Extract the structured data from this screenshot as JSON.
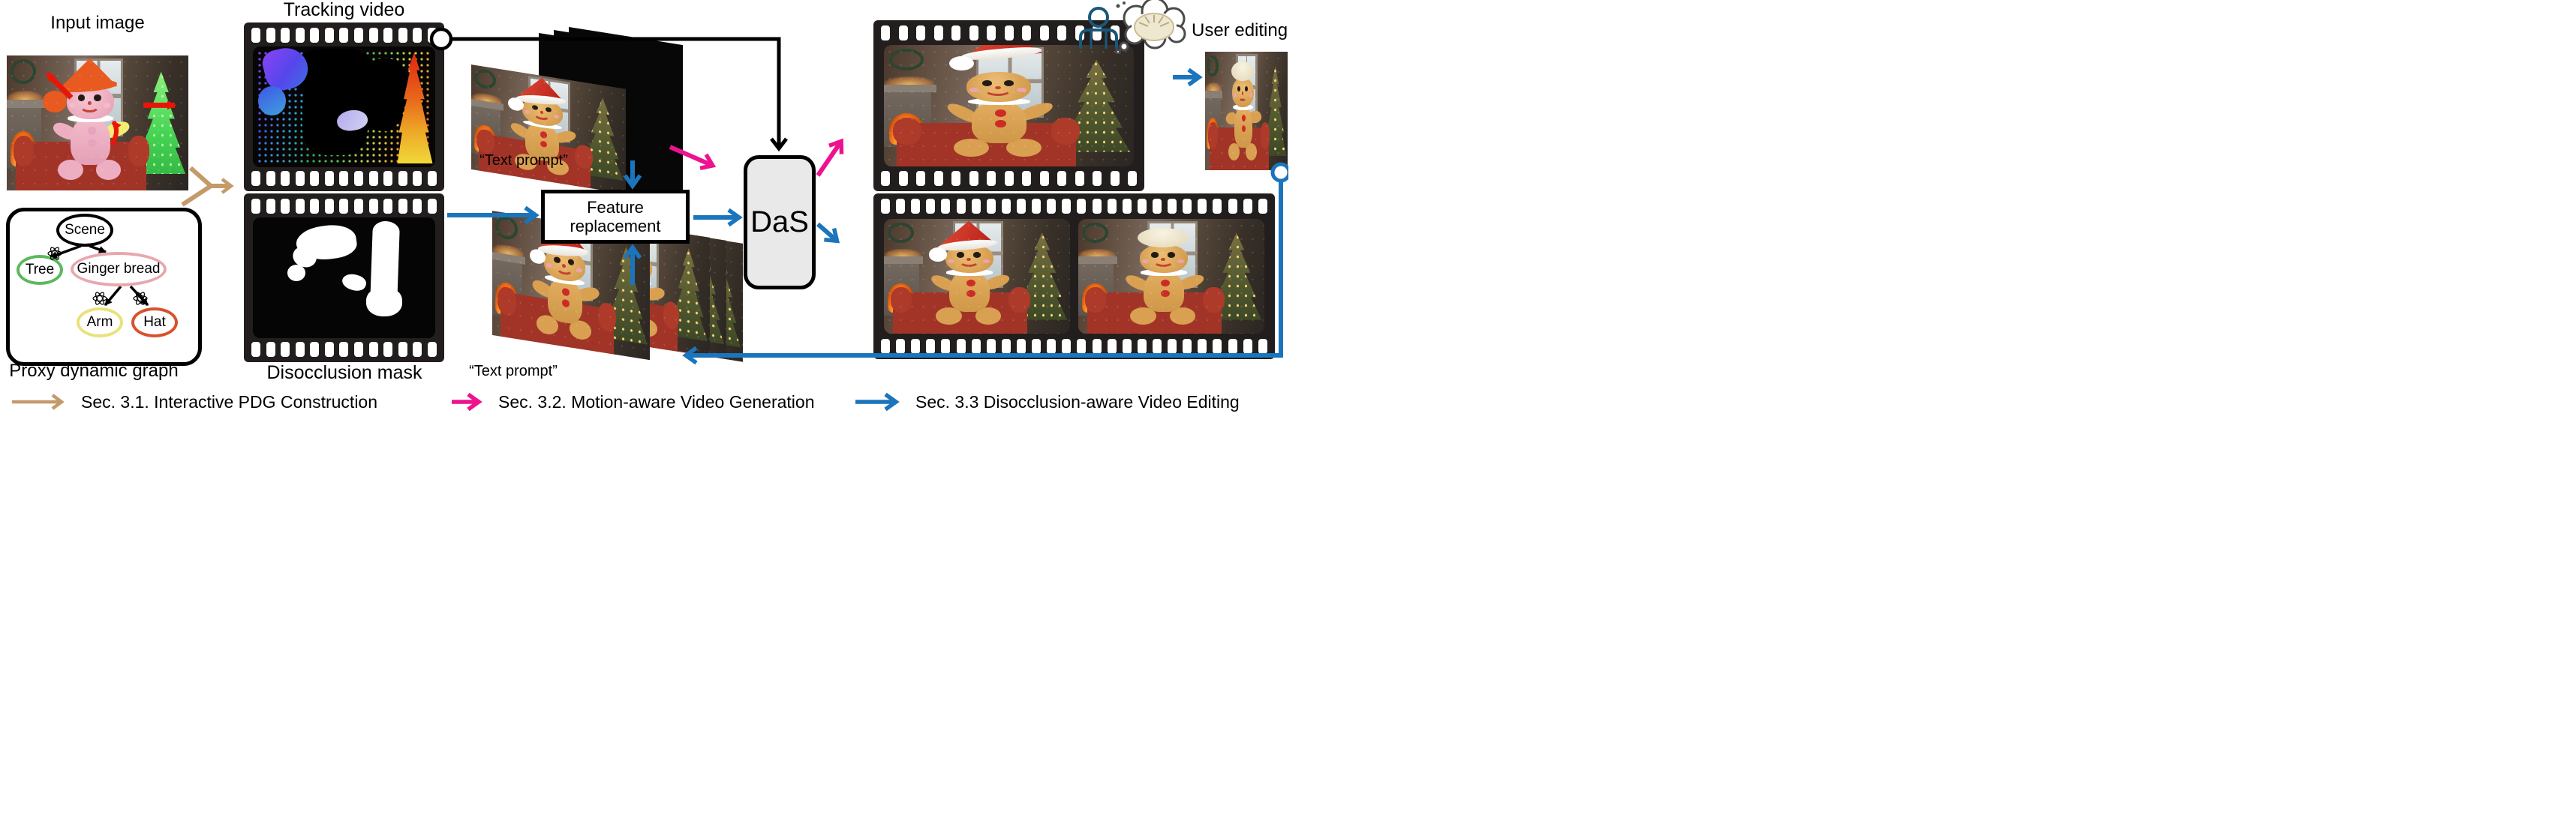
{
  "figure": {
    "labels": {
      "input_image": "Input image",
      "tracking_video": "Tracking video",
      "proxy_dynamic_graph": "Proxy dynamic graph",
      "disocclusion_mask": "Disocclusion mask",
      "text_prompt_top": "“Text prompt”",
      "text_prompt_bottom": "“Text prompt”",
      "user_editing": "User editing"
    },
    "boxes": {
      "feature_replacement": "Feature replacement",
      "das": "DaS"
    },
    "graph": {
      "nodes": [
        {
          "label": "Scene",
          "color": "#000000"
        },
        {
          "label": "Tree",
          "color": "#5cb85c"
        },
        {
          "label": "Ginger bread",
          "color": "#e8a7ad"
        },
        {
          "label": "Arm",
          "color": "#e9e27a"
        },
        {
          "label": "Hat",
          "color": "#d9512c"
        }
      ],
      "edges": [
        "Scene→Tree",
        "Scene→Ginger bread",
        "Ginger bread→Arm",
        "Ginger bread→Hat"
      ]
    },
    "legend": {
      "items": [
        {
          "label": "Sec. 3.1. Interactive PDG Construction",
          "color": "#c49a6a"
        },
        {
          "label": "Sec. 3.2. Motion-aware Video Generation",
          "color": "#ed1390"
        },
        {
          "label": "Sec. 3.3 Disocclusion-aware Video Editing",
          "color": "#1b75bc"
        }
      ]
    },
    "colors": {
      "tan": "#c49a6a",
      "pink": "#ed1390",
      "blue": "#1b75bc",
      "black": "#000000"
    }
  }
}
